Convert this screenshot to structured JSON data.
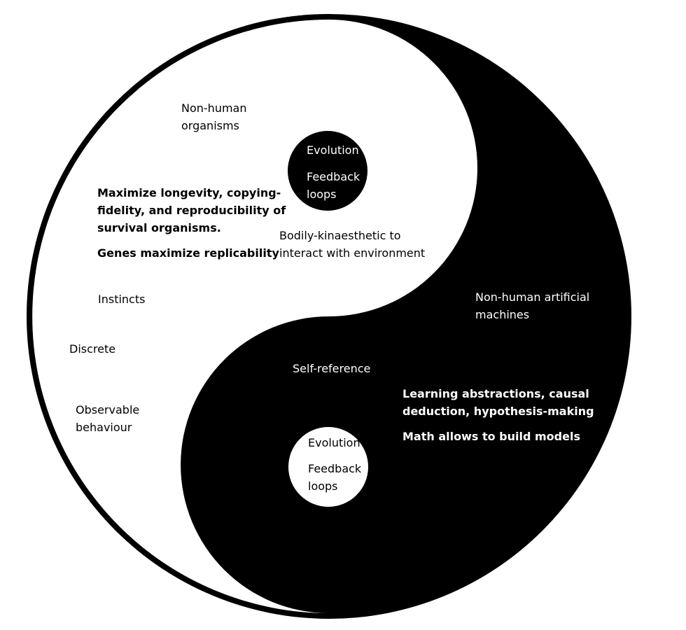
{
  "colors": {
    "yang": "#ffffff",
    "yin": "#000000"
  },
  "white_side": {
    "region": "Non-human\norganisms",
    "aim": "Maximize longevity, copying-\nfidelity, and reproducibility of\nsurvival organisms.",
    "genes": "Genes maximize replicability",
    "instincts": "Instincts",
    "discrete": "Discrete",
    "observable": "Observable\nbehaviour",
    "bodily": "Bodily-kinaesthetic to\ninteract with environment"
  },
  "black_side": {
    "region": "Non-human artificial\nmachines",
    "self_reference": "Self-reference",
    "learning": "Learning abstractions, causal\ndeduction, hypothesis-making",
    "math": "Math allows to build models"
  },
  "black_dot": {
    "evolution": "Evolution",
    "feedback": "Feedback\nloops"
  },
  "white_dot": {
    "evolution": "Evolution",
    "feedback": "Feedback\nloops"
  }
}
